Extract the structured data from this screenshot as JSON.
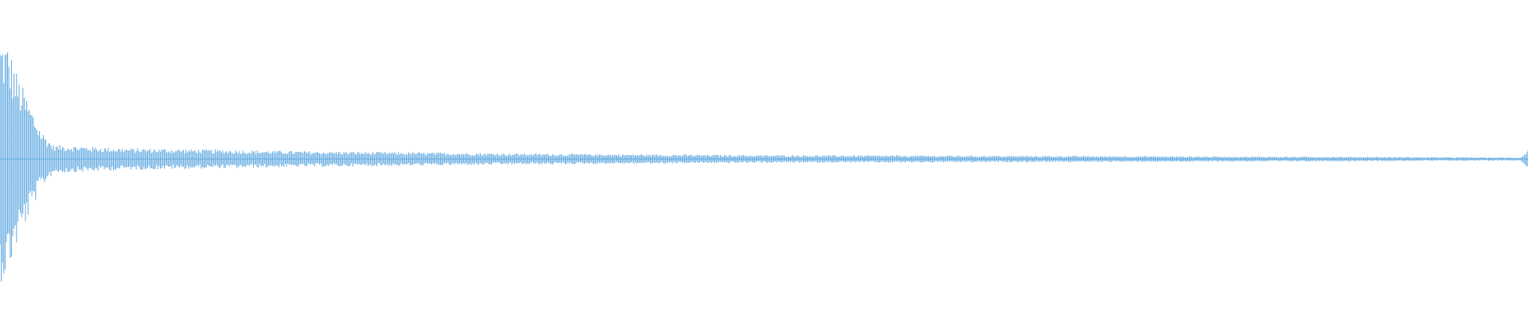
{
  "waveform": {
    "color": "#5fa8e0",
    "background": "#ffffff",
    "envelope_profile": [
      {
        "t": 0.0,
        "amp": 0.78
      },
      {
        "t": 0.005,
        "amp": 0.74
      },
      {
        "t": 0.012,
        "amp": 0.52
      },
      {
        "t": 0.02,
        "amp": 0.34
      },
      {
        "t": 0.027,
        "amp": 0.18
      },
      {
        "t": 0.035,
        "amp": 0.09
      },
      {
        "t": 0.08,
        "amp": 0.07
      },
      {
        "t": 0.2,
        "amp": 0.05
      },
      {
        "t": 0.35,
        "amp": 0.035
      },
      {
        "t": 0.5,
        "amp": 0.025
      },
      {
        "t": 0.7,
        "amp": 0.02
      },
      {
        "t": 0.9,
        "amp": 0.014
      },
      {
        "t": 0.995,
        "amp": 0.01
      },
      {
        "t": 1.0,
        "amp": 0.06
      }
    ]
  }
}
